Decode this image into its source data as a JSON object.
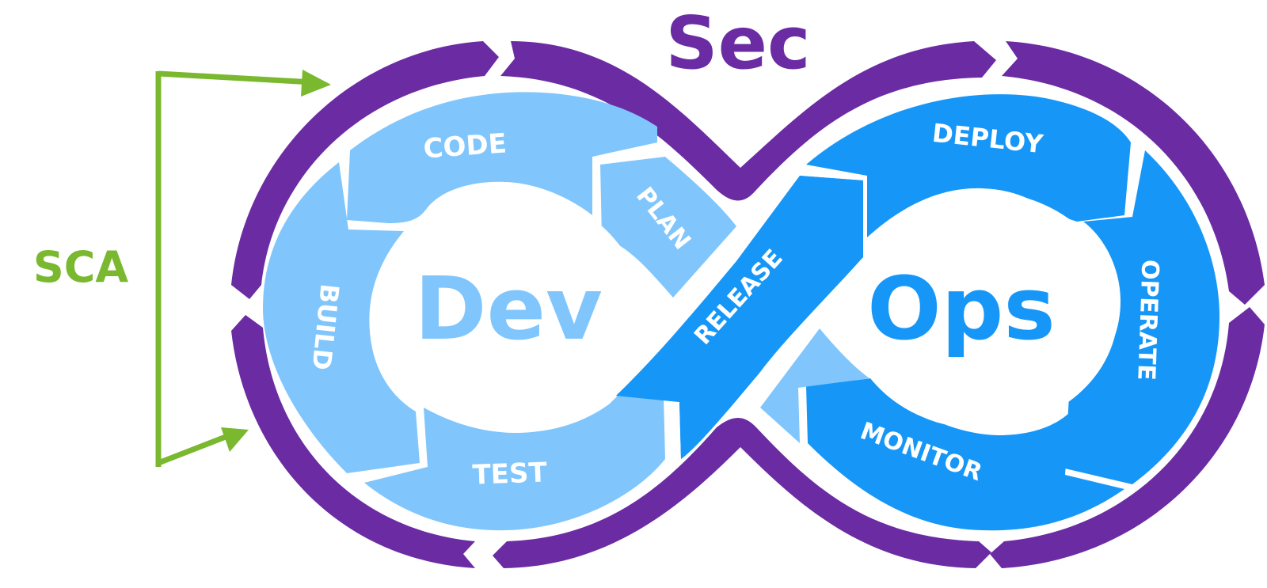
{
  "title": "Sec",
  "side_label": "SCA",
  "dev_label": "Dev",
  "ops_label": "Ops",
  "stages": {
    "code": "CODE",
    "plan": "PLAN",
    "build": "BUILD",
    "test": "TEST",
    "release": "RELEASE",
    "deploy": "DEPLOY",
    "operate": "OPERATE",
    "monitor": "MONITOR"
  },
  "colors": {
    "sec_purple": "#6b2ca3",
    "dev_light_blue": "#80c6fc",
    "ops_blue": "#1697f8",
    "sca_green": "#7ab82f",
    "background": "#ffffff"
  }
}
